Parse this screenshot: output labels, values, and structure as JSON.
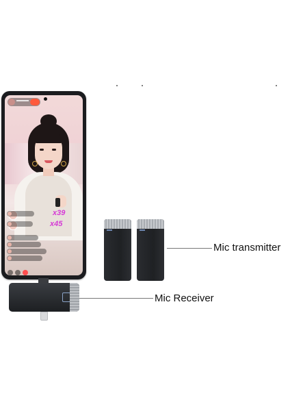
{
  "labels": {
    "transmitter": "Mic transmitter",
    "receiver": "Mic Receiver"
  },
  "phone_overlay": {
    "gift_count_1": "x39",
    "gift_count_2": "x45"
  },
  "colors": {
    "background": "#ffffff",
    "device_body": "#1d1f22",
    "metal_cap": "#bfc2c6",
    "gift_text": "#d63bd6",
    "leader_line": "#777777"
  }
}
